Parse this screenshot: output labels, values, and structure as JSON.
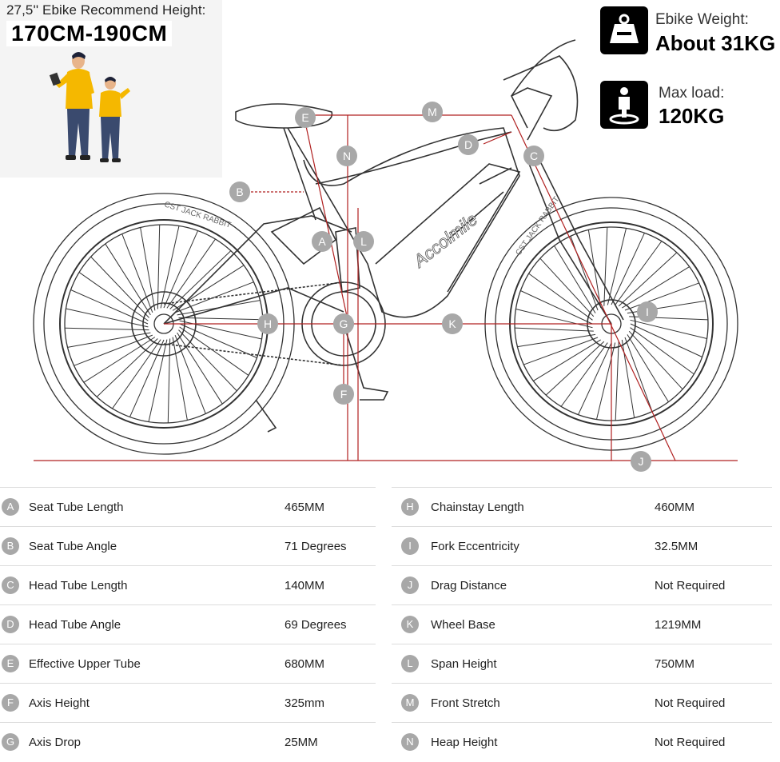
{
  "recommend": {
    "label": "27,5'' Ebike Recommend Height:",
    "value": "170CM-190CM"
  },
  "weight": {
    "label": "Ebike Weight:",
    "value": "About 31KG",
    "icon": "weight-icon"
  },
  "load": {
    "label": "Max load:",
    "value": "120KG",
    "icon": "person-load-icon"
  },
  "brand": "Accolmile",
  "tire_text": "CST JACK RABBIT",
  "markers": [
    "A",
    "B",
    "C",
    "D",
    "E",
    "F",
    "G",
    "H",
    "I",
    "J",
    "K",
    "L",
    "M",
    "N"
  ],
  "colors": {
    "badge": "#a8a8a8",
    "line": "#b02020",
    "shirt": "#f5b800",
    "pants": "#3a4a6e"
  },
  "specs_left": [
    {
      "key": "A",
      "name": "Seat Tube Length",
      "value": "465MM"
    },
    {
      "key": "B",
      "name": "Seat Tube Angle",
      "value": "71 Degrees"
    },
    {
      "key": "C",
      "name": "Head Tube Length",
      "value": "140MM"
    },
    {
      "key": "D",
      "name": "Head Tube Angle",
      "value": "69 Degrees"
    },
    {
      "key": "E",
      "name": "Effective Upper Tube",
      "value": "680MM"
    },
    {
      "key": "F",
      "name": "Axis Height",
      "value": "325mm"
    },
    {
      "key": "G",
      "name": "Axis Drop",
      "value": "25MM"
    }
  ],
  "specs_right": [
    {
      "key": "H",
      "name": "Chainstay Length",
      "value": "460MM"
    },
    {
      "key": "I",
      "name": "Fork Eccentricity",
      "value": "32.5MM"
    },
    {
      "key": "J",
      "name": "Drag Distance",
      "value": "Not Required"
    },
    {
      "key": "K",
      "name": "Wheel Base",
      "value": "1219MM"
    },
    {
      "key": "L",
      "name": "Span Height",
      "value": "750MM"
    },
    {
      "key": "M",
      "name": "Front Stretch",
      "value": "Not Required"
    },
    {
      "key": "N",
      "name": "Heap Height",
      "value": "Not Required"
    }
  ]
}
